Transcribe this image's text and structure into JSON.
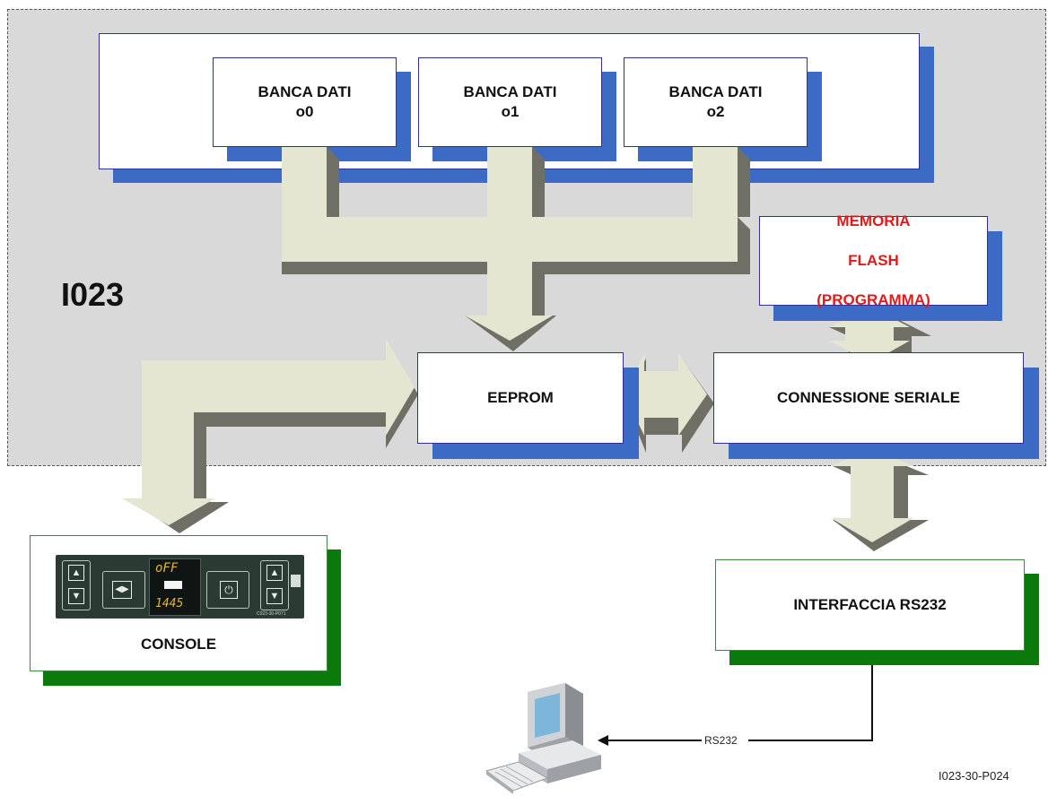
{
  "region": {
    "label": "I023"
  },
  "banks": [
    {
      "line1": "BANCA DATI",
      "line2": "o0"
    },
    {
      "line1": "BANCA DATI",
      "line2": "o1"
    },
    {
      "line1": "BANCA DATI",
      "line2": "o2"
    }
  ],
  "flash": {
    "line1": "MEMORIA",
    "line2": "FLASH",
    "line3": "(PROGRAMMA)"
  },
  "eeprom": {
    "label": "EEPROM"
  },
  "serial": {
    "label": "CONNESSIONE SERIALE"
  },
  "console": {
    "label": "CONSOLE",
    "display_top": "oFF",
    "display_bottom": "1445",
    "panel_code": "C023-30-P071"
  },
  "rs232_interface": {
    "label": "INTERFACCIA RS232"
  },
  "link": {
    "label": "RS232"
  },
  "figure_code": "I023-30-P024",
  "colors": {
    "region": "#d9d9d9",
    "box_border": "#2f2f9a",
    "blue_shadow": "#3b6bc4",
    "green_shadow": "#0a7a0a",
    "arrow_fill": "#e4e6d2",
    "arrow_shadow": "#6f6f66",
    "accent_red": "#e01b1b"
  }
}
